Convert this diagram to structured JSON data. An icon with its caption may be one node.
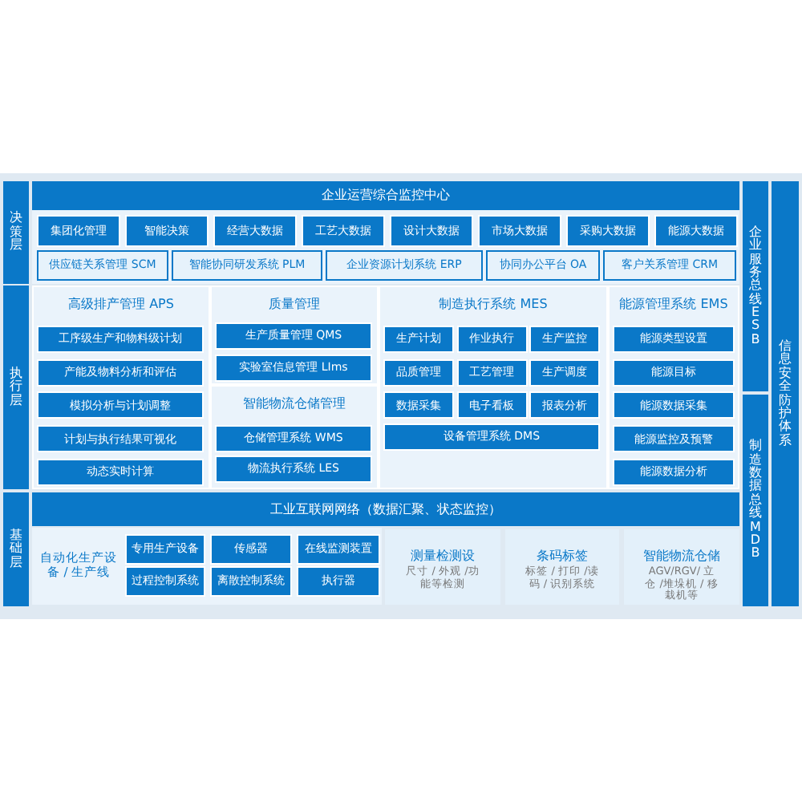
{
  "diagram": {
    "nodes": [
      {
        "text": [
          "决策层"
        ]
      },
      {
        "text": [
          "企业运营综合监控中心"
        ]
      },
      {
        "text": [
          "集团化管理"
        ]
      },
      {
        "text": [
          "智能决策"
        ]
      },
      {
        "text": [
          "经营大数据"
        ]
      },
      {
        "text": [
          "工艺大数据"
        ]
      },
      {
        "text": [
          "设计大数据"
        ]
      },
      {
        "text": [
          "市场大数据"
        ]
      },
      {
        "text": [
          "采购大数据"
        ]
      },
      {
        "text": [
          "能源大数据"
        ]
      },
      {
        "text": [
          "供应链关系管理 SCM"
        ]
      },
      {
        "text": [
          "智能协同研发系统 PLM"
        ]
      },
      {
        "text": [
          "企业资源计划系统 ERP"
        ]
      },
      {
        "text": [
          "协同办公平台 OA"
        ]
      },
      {
        "text": [
          "客户关系管理 CRM"
        ]
      },
      {
        "text": [
          "企业服务总线 ESB"
        ]
      },
      {
        "text": [
          "信息安全防护体系"
        ]
      },
      {
        "text": [
          "执行层"
        ]
      },
      {
        "text": [
          "高级排产管理 APS"
        ]
      },
      {
        "text": [
          "工序级生产和物料级计划"
        ],
        "in": 18
      },
      {
        "text": [
          "产能及物料分析和评估"
        ],
        "in": 18
      },
      {
        "text": [
          "模拟分析与计划调整"
        ],
        "in": 18
      },
      {
        "text": [
          "计划与执行结果可视化"
        ],
        "in": 18
      },
      {
        "text": [
          "动态实时计算"
        ],
        "in": 18
      },
      {
        "text": [
          "质量管理"
        ]
      },
      {
        "text": [
          "生产质量管理 QMS"
        ],
        "in": 24
      },
      {
        "text": [
          "实验室信息管理 LIms"
        ],
        "in": 24
      },
      {
        "text": [
          "智能物流仓储管理"
        ]
      },
      {
        "text": [
          "仓储管理系统 WMS"
        ],
        "in": 27
      },
      {
        "text": [
          "物流执行系统 LES"
        ],
        "in": 27
      },
      {
        "text": [
          "制造执行系统 MES"
        ]
      },
      {
        "text": [
          "生产计划"
        ],
        "in": 30
      },
      {
        "text": [
          "作业执行"
        ],
        "in": 30
      },
      {
        "text": [
          "生产监控"
        ],
        "in": 30
      },
      {
        "text": [
          "品质管理"
        ],
        "in": 30
      },
      {
        "text": [
          "工艺管理"
        ],
        "in": 30
      },
      {
        "text": [
          "生产调度"
        ],
        "in": 30
      },
      {
        "text": [
          "数据采集"
        ],
        "in": 30
      },
      {
        "text": [
          "电子看板"
        ],
        "in": 30
      },
      {
        "text": [
          "报表分析"
        ],
        "in": 30
      },
      {
        "text": [
          "设备管理系统 DMS"
        ],
        "in": 30
      },
      {
        "text": [
          "能源管理系统 EMS"
        ]
      },
      {
        "text": [
          "能源类型设置"
        ],
        "in": 41
      },
      {
        "text": [
          "能源目标"
        ],
        "in": 41
      },
      {
        "text": [
          "能源数据采集"
        ],
        "in": 41
      },
      {
        "text": [
          "能源监控及预警"
        ],
        "in": 41
      },
      {
        "text": [
          "能源数据分析"
        ],
        "in": 41
      },
      {
        "text": [
          "制造数据总线 MDB"
        ]
      },
      {
        "text": [
          "基础层"
        ]
      },
      {
        "text": [
          "工业互联网网络（数据汇聚、状态监控）"
        ]
      },
      {
        "text": [
          "自动化生产设备 / 生产线"
        ]
      },
      {
        "text": [
          "专用生产设备"
        ]
      },
      {
        "text": [
          "传感器"
        ]
      },
      {
        "text": [
          "在线监测装置"
        ]
      },
      {
        "text": [
          "过程控制系统"
        ]
      },
      {
        "text": [
          "离散控制系统"
        ]
      },
      {
        "text": [
          "执行器"
        ]
      },
      {
        "text": [
          "测量检测设",
          "尺寸 / 外观 /功能等检测"
        ]
      },
      {
        "text": [
          "条码标签",
          "标签 / 打印 /读码 / 识别系统"
        ]
      },
      {
        "text": [
          "智能物流仓储",
          "AGV/RGV/ 立仓 /堆垛机 / 移栽机等"
        ]
      }
    ]
  }
}
